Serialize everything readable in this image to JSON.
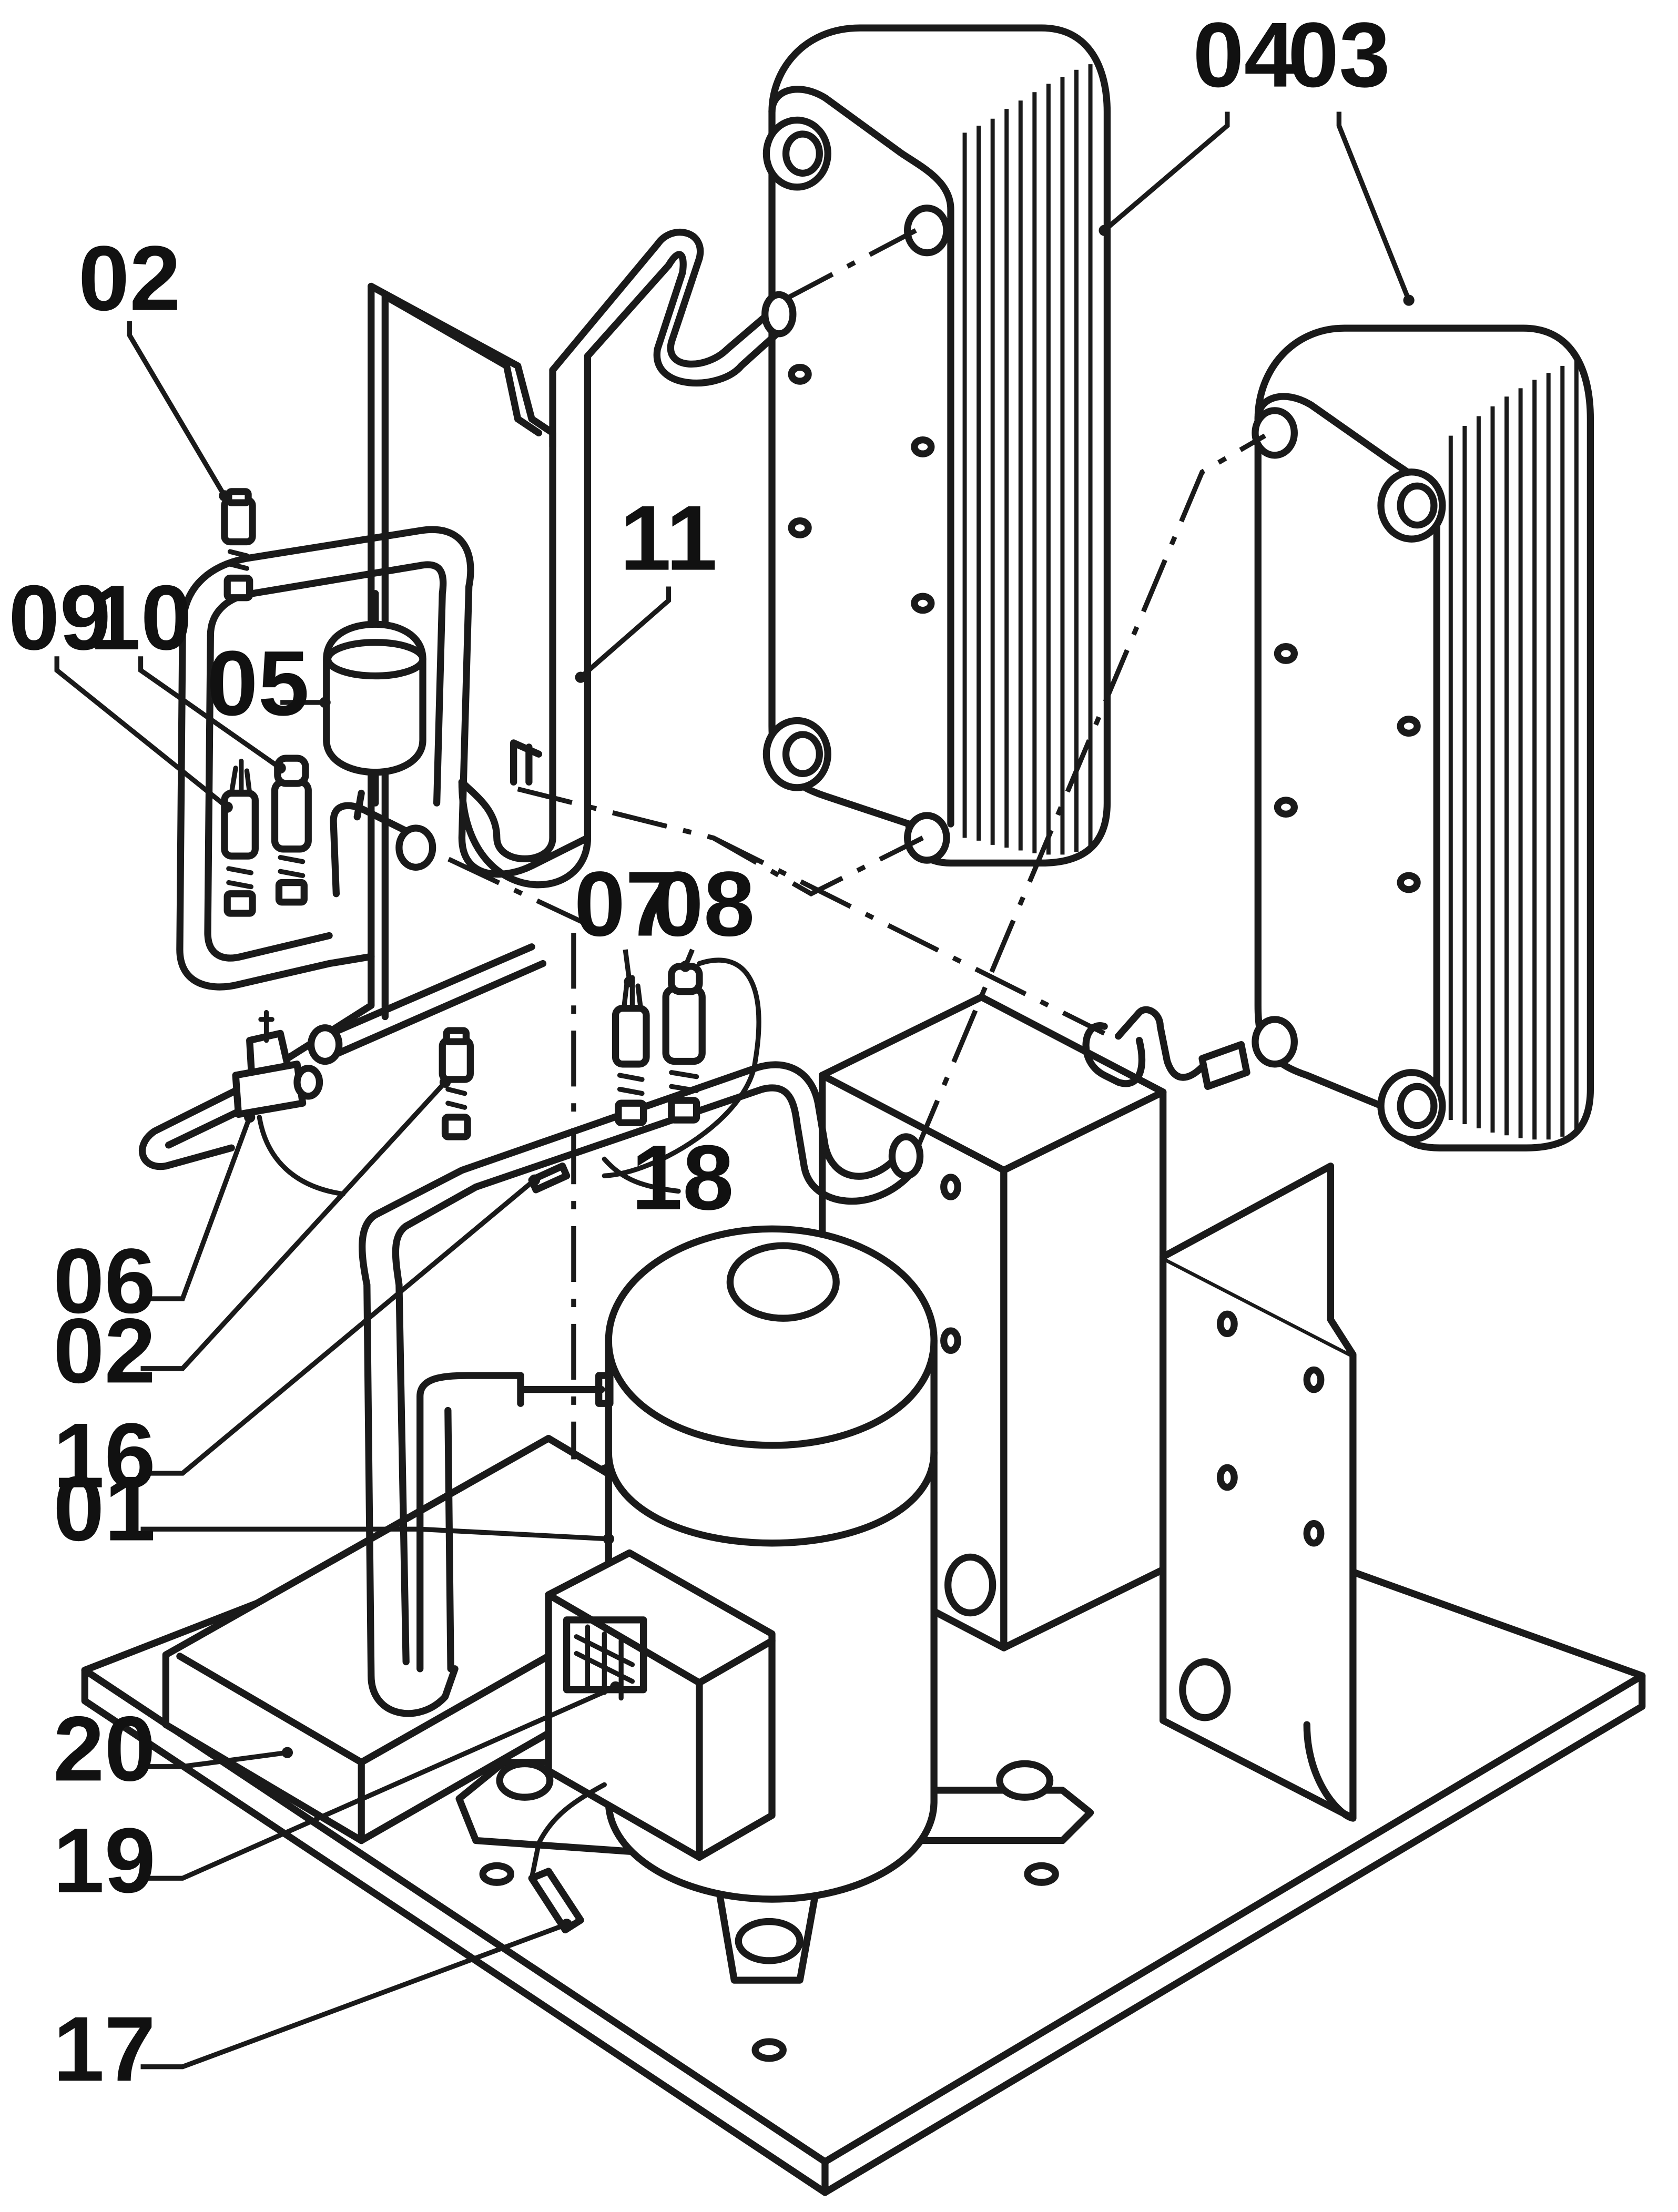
{
  "callouts": {
    "c04": "04",
    "c03": "03",
    "c02_top": "02",
    "c11": "11",
    "c09": "09",
    "c10": "10",
    "c05": "05",
    "c07": "07",
    "c08": "08",
    "c18": "18",
    "c06": "06",
    "c02_mid": "02",
    "c16": "16",
    "c01": "01",
    "c20": "20",
    "c19": "19",
    "c17": "17"
  }
}
